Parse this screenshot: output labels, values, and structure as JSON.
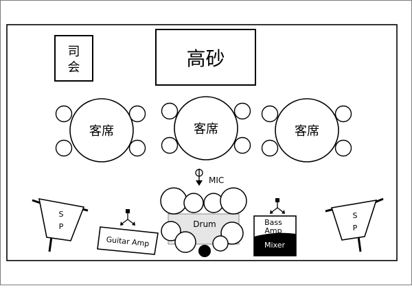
{
  "host_label": [
    "司",
    "会"
  ],
  "head_table_label": "高砂",
  "guest_tables": [
    {
      "label": "客席"
    },
    {
      "label": "客席"
    },
    {
      "label": "客席"
    }
  ],
  "mic_label": "MIC",
  "left_speaker": {
    "label": [
      "S",
      "P"
    ]
  },
  "right_speaker": {
    "label": [
      "S",
      "P"
    ]
  },
  "guitar_amp_label": "Guitar Amp",
  "drum_label": "Drum",
  "bass_amp_label": [
    "Bass",
    "Amp"
  ],
  "mixer_label": "Mixer"
}
